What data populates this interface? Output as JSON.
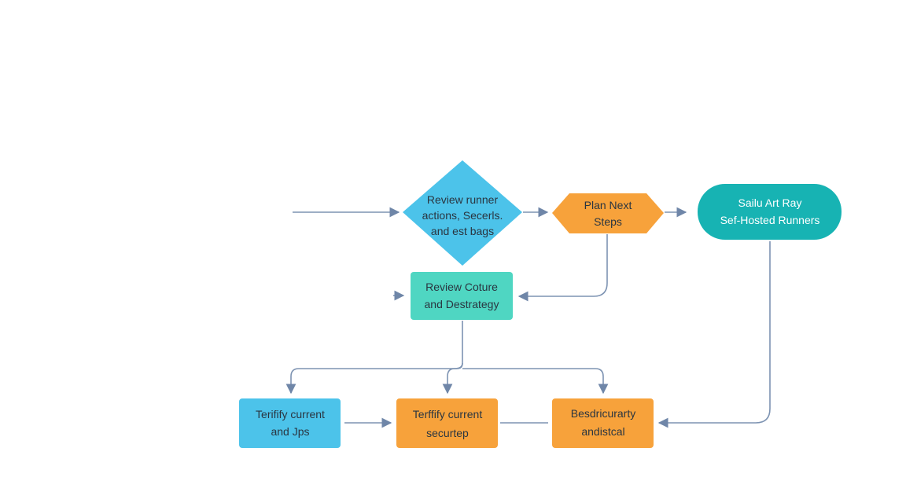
{
  "nodes": {
    "decision": {
      "line1": "Review runner",
      "line2": "actions, Secerls.",
      "line3": "and est bags"
    },
    "plan": {
      "line1": "Plan Next",
      "line2": "Steps"
    },
    "runners": {
      "line1": "Sailu Art Ray",
      "line2": "Sef-Hosted Runners"
    },
    "review": {
      "line1": "Review Coture",
      "line2": "and Destrategy"
    },
    "terify1": {
      "line1": "Terifify current",
      "line2": "and Jps"
    },
    "terify2": {
      "line1": "Terffify current",
      "line2": "securtep"
    },
    "desc": {
      "line1": "Besdricurarty",
      "line2": "andistcal"
    }
  },
  "colors": {
    "decision": "#4cc3ea",
    "plan": "#f7a23b",
    "runners": "#17b3b3",
    "review": "#4fd6c2",
    "terify1": "#4cc3ea",
    "terify2": "#f7a23b",
    "desc": "#f7a23b",
    "connector": "#6f86a8"
  }
}
